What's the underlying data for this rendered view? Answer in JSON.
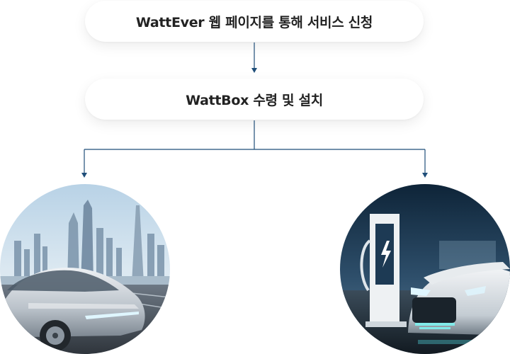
{
  "steps": [
    {
      "label": "WattEver 웹 페이지를 통해 서비스 신청"
    },
    {
      "label": "WattBox 수령 및 설치"
    }
  ],
  "colors": {
    "connector": "#1f4e79",
    "box_text": "#222222"
  },
  "images": [
    {
      "name": "futuristic-car-city-image"
    },
    {
      "name": "ev-charger-car-image"
    }
  ]
}
